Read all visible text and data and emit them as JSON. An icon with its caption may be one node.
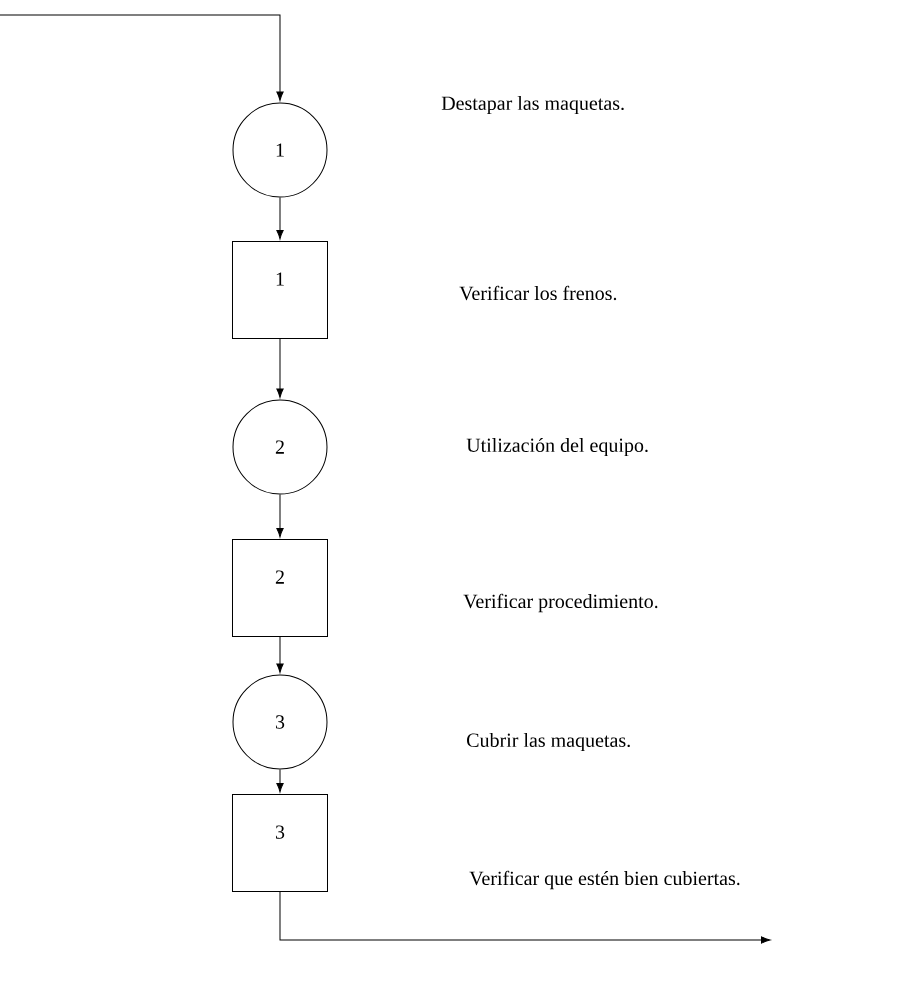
{
  "diagram": {
    "nodes": [
      {
        "text": [
          "1"
        ]
      },
      {
        "text": [
          "1"
        ]
      },
      {
        "text": [
          "2"
        ]
      },
      {
        "text": [
          "2"
        ]
      },
      {
        "text": [
          "3"
        ]
      },
      {
        "text": [
          "3"
        ]
      }
    ],
    "edges": [
      {
        "from": null,
        "to": 0,
        "arrow": "to"
      },
      {
        "from": 0,
        "to": 1,
        "arrow": "to"
      },
      {
        "from": 1,
        "to": 2,
        "arrow": "to"
      },
      {
        "from": 2,
        "to": 3,
        "arrow": "to"
      },
      {
        "from": 3,
        "to": 4,
        "arrow": "to"
      },
      {
        "from": 4,
        "to": 5,
        "arrow": "to"
      },
      {
        "from": 5,
        "to": null,
        "arrow": "to"
      }
    ],
    "labels": [
      "Destapar las maquetas.",
      "Verificar los frenos.",
      "Utilización del equipo.",
      "Verificar procedimiento.",
      "Cubrir las maquetas.",
      "Verificar que estén bien cubiertas."
    ]
  }
}
